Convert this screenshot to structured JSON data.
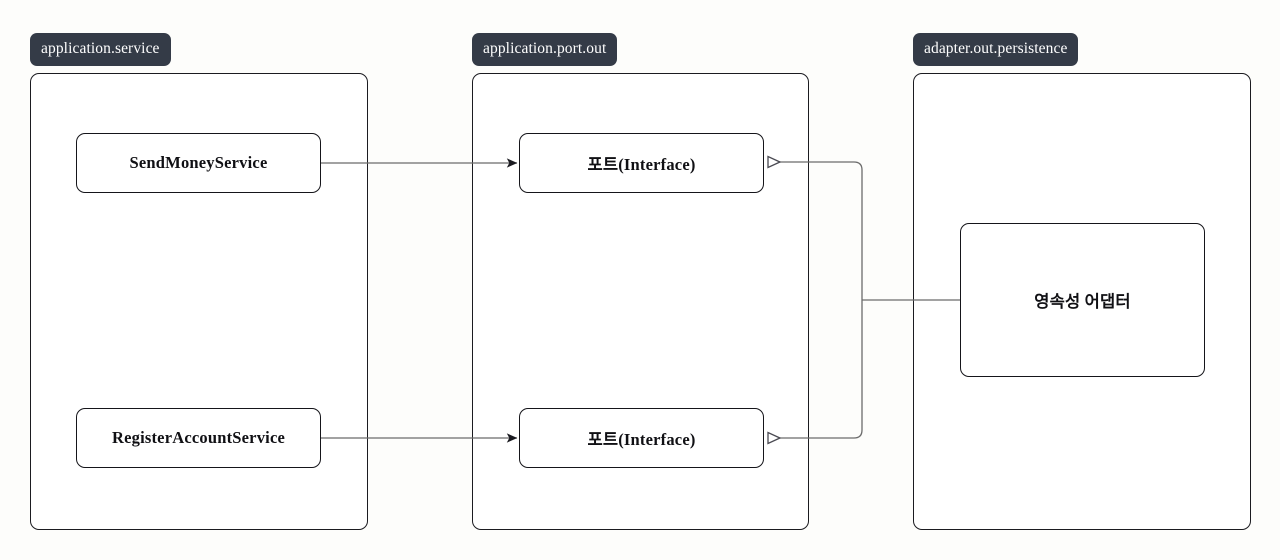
{
  "diagram": {
    "title": "Hexagonal architecture outgoing port diagram",
    "background_color": "#fdfdfb",
    "tag_color": "#343b47",
    "tag_text_color": "#ffffff",
    "box_border_color": "#15151a",
    "connector_color": "#6b6b6b",
    "packages": [
      {
        "id": "application-service",
        "label": "application.service",
        "nodes": [
          {
            "id": "send-money-service",
            "label": "SendMoneyService"
          },
          {
            "id": "register-account-service",
            "label": "RegisterAccountService"
          }
        ]
      },
      {
        "id": "application-port-out",
        "label": "application.port.out",
        "nodes": [
          {
            "id": "port-interface-top",
            "label": "포트(Interface)"
          },
          {
            "id": "port-interface-bottom",
            "label": "포트(Interface)"
          }
        ]
      },
      {
        "id": "adapter-out-persistence",
        "label": "adapter.out.persistence",
        "nodes": [
          {
            "id": "persistence-adapter",
            "label": "영속성 어댑터"
          }
        ]
      }
    ],
    "connectors": [
      {
        "id": "send-money-service-to-port-top",
        "from": "send-money-service",
        "to": "port-interface-top",
        "arrowhead": "solid-triangle",
        "style": "solid"
      },
      {
        "id": "register-account-service-to-port-bottom",
        "from": "register-account-service",
        "to": "port-interface-bottom",
        "arrowhead": "solid-triangle",
        "style": "solid"
      },
      {
        "id": "persistence-adapter-to-port-top",
        "from": "persistence-adapter",
        "to": "port-interface-top",
        "arrowhead": "hollow-triangle",
        "style": "solid"
      },
      {
        "id": "persistence-adapter-to-port-bottom",
        "from": "persistence-adapter",
        "to": "port-interface-bottom",
        "arrowhead": "hollow-triangle",
        "style": "solid"
      }
    ]
  }
}
